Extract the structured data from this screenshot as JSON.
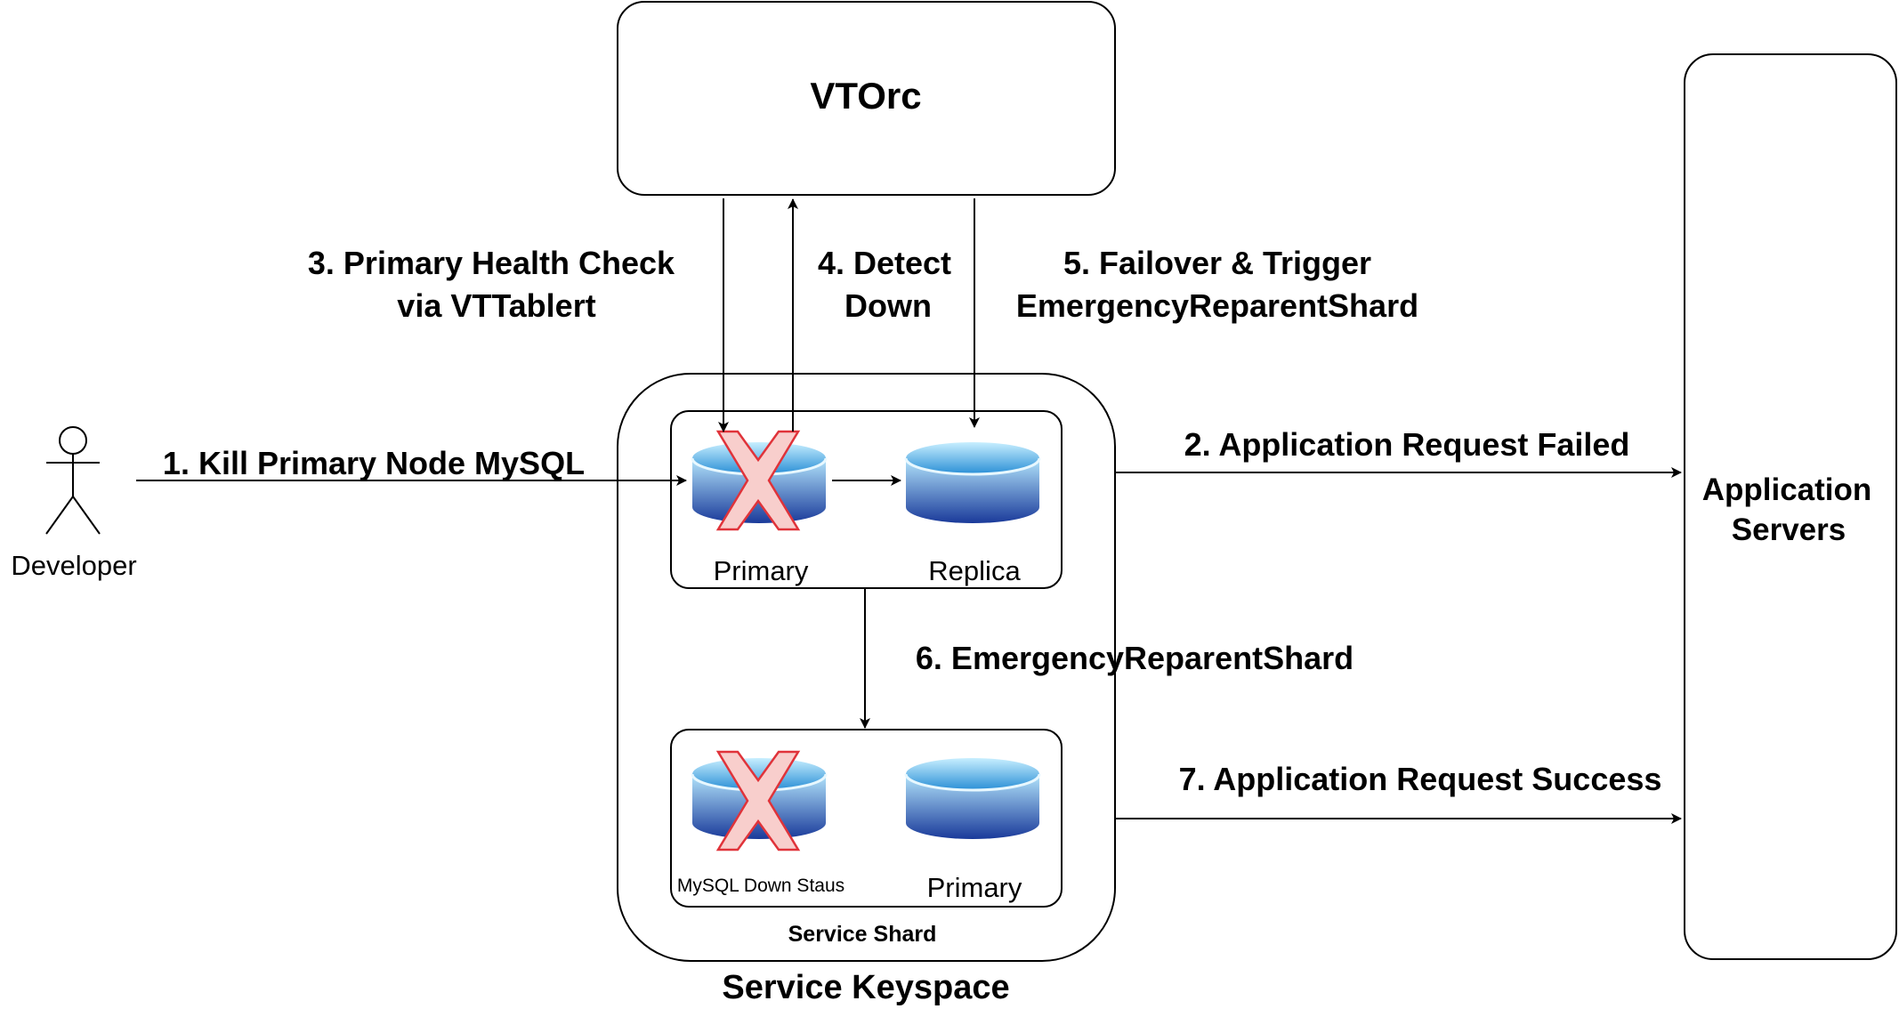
{
  "vtorc": {
    "label": "VTOrc"
  },
  "app_servers": {
    "line1": "Application",
    "line2": "Servers"
  },
  "developer": {
    "label": "Developer"
  },
  "keyspace": {
    "label": "Service Keyspace"
  },
  "shard": {
    "label": "Service Shard"
  },
  "top_group": {
    "primary_label": "Primary",
    "replica_label": "Replica"
  },
  "bottom_group": {
    "down_label": "MySQL Down Staus",
    "primary_label": "Primary"
  },
  "steps": {
    "s1": "1. Kill Primary Node MySQL",
    "s2": "2. Application Request Failed",
    "s3_line1": "3. Primary Health Check",
    "s3_line2": "via VTTablert",
    "s4_line1": "4. Detect",
    "s4_line2": "Down",
    "s5_line1": "5. Failover & Trigger",
    "s5_line2": "EmergencyReparentShard",
    "s6": "6. EmergencyReparentShard",
    "s7": "7. Application Request Success"
  },
  "colors": {
    "db_top": "#b3e5fc",
    "db_bottom": "#1a3a9a",
    "cross_fill": "#f8cecc",
    "cross_stroke": "#e0333a"
  },
  "icons": {
    "database": "database-icon",
    "cross": "cross-icon",
    "actor": "person-icon"
  }
}
